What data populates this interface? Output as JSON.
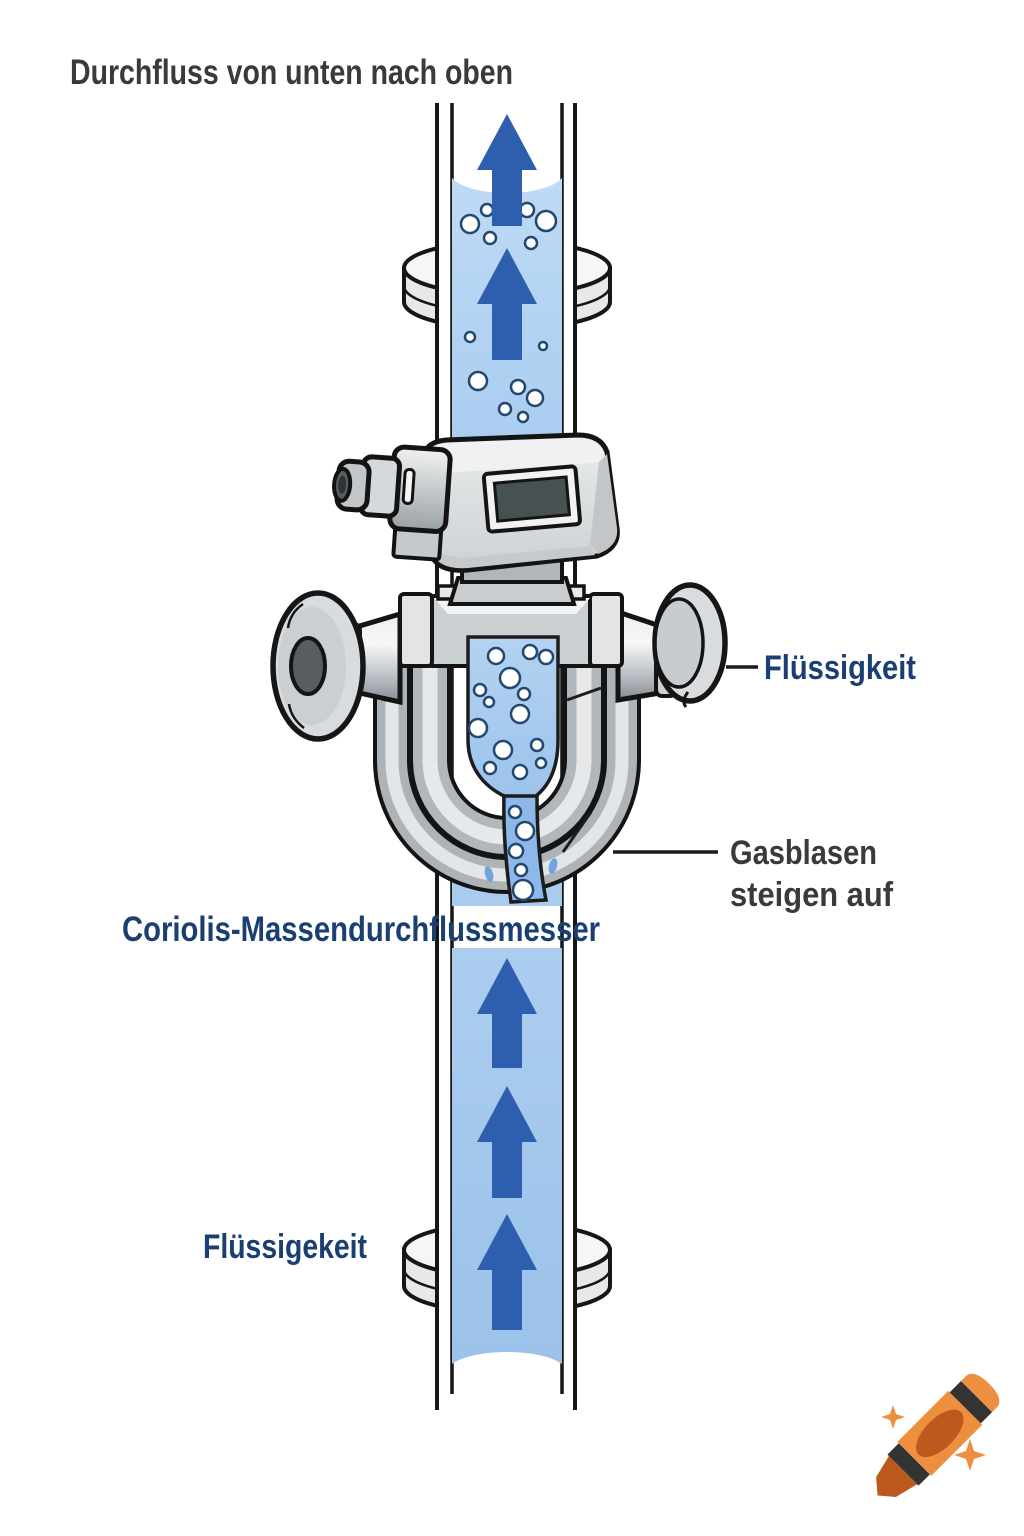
{
  "title": "Durchfluss von unten nach oben",
  "labels": {
    "liquid_right": "Flüssigkeit",
    "gas_line1": "Gasblasen",
    "gas_line2": "steigen auf",
    "meter": "Coriolis-Massendurchflussmesser",
    "liquid_bottom": "Flüssigekeit"
  },
  "flow": {
    "direction": "up",
    "top_pipe_arrows": 2,
    "bottom_pipe_arrows": 3
  },
  "device": {
    "type": "Coriolis mass flow meter",
    "display": "blank dark screen"
  },
  "colors": {
    "label_blue": "#1b3f72",
    "label_gray": "#3a3a3a",
    "arrow_blue": "#2e5fae",
    "liquid_light": "#b7d5f2",
    "liquid_medium": "#a3c7ec",
    "metal_light": "#e8eaec",
    "metal_mid": "#b9bec2",
    "outline": "#1a1a1a",
    "logo_orange": "#ee8f3f",
    "logo_dark_orange": "#bc5a1d"
  },
  "icons": {
    "up_arrow": "up-arrow",
    "logo": "crayon-with-sparkles"
  }
}
